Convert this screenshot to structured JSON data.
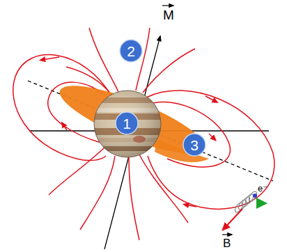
{
  "diagram": {
    "nodes": [
      {
        "text": [
          "2"
        ]
      },
      {
        "text": [
          "1"
        ]
      },
      {
        "text": [
          "3"
        ]
      }
    ],
    "edges": [],
    "labels": [
      "M",
      "B",
      "e⁻"
    ]
  }
}
